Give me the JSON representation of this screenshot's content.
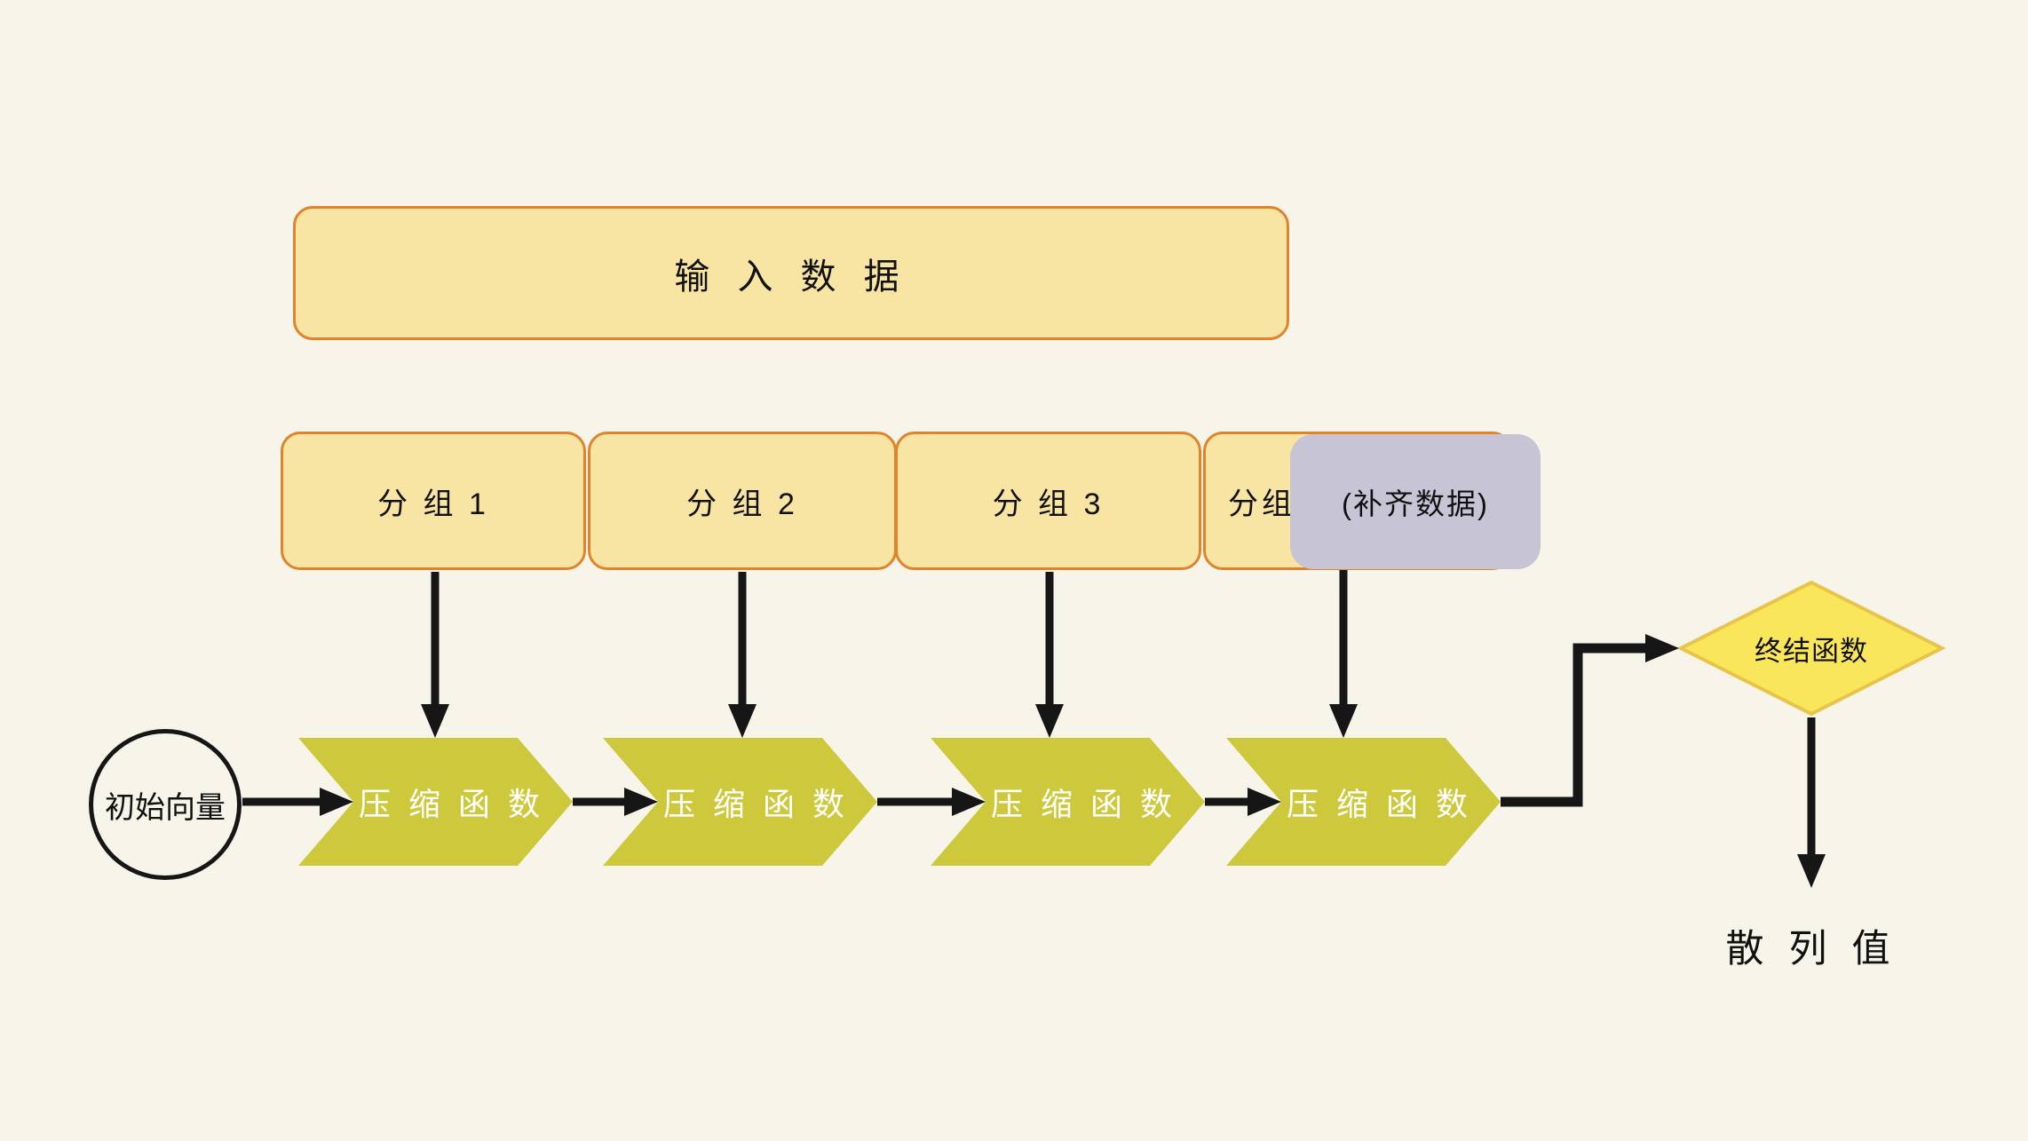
{
  "canvas": {
    "background": "#F7F5EA"
  },
  "nodes": {
    "input_data": {
      "label": "输 入 数 据",
      "fill": "#F8E5A3",
      "border": "#E0832C"
    },
    "groups": [
      {
        "label": "分 组 1"
      },
      {
        "label": "分 组 2"
      },
      {
        "label": "分 组 3"
      },
      {
        "label": "分组4"
      }
    ],
    "padding_data": {
      "label": "(补齐数据)",
      "fill": "#C7C4D5"
    },
    "initial_vector": {
      "label": "初始向量"
    },
    "compressions": [
      {
        "label": "压 缩 函 数"
      },
      {
        "label": "压 缩 函 数"
      },
      {
        "label": "压 缩 函 数"
      },
      {
        "label": "压 缩 函 数"
      }
    ],
    "finalization": {
      "label": "终结函数",
      "fill": "#FAE65A",
      "border": "#E9C44B"
    },
    "hash_value": {
      "label": "散 列 值"
    }
  },
  "colors": {
    "background": "#F7F5EA",
    "box_fill": "#F8E5A3",
    "box_border": "#E0832C",
    "chevron_fill": "#CDC83C",
    "chevron_text": "#FFFFFF",
    "padding_fill": "#C7C4D5",
    "diamond_fill": "#FAE65A",
    "diamond_border": "#E9C44B",
    "arrow": "#161616",
    "text": "#111111"
  }
}
